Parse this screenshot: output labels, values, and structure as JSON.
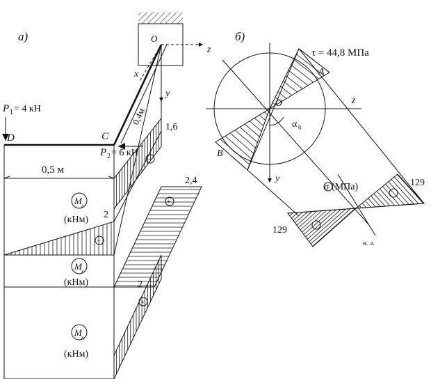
{
  "labels": {
    "part_a": "а)",
    "part_b": "б)",
    "origin_a": "O",
    "origin_b": "O",
    "axis_z_a": "z",
    "axis_z_b": "z",
    "axis_x": "x",
    "axis_y_a": "y",
    "axis_y_b": "y",
    "point_d": "D",
    "point_c": "C",
    "point_a": "A",
    "point_b": "B",
    "load_p1_sym": "P",
    "load_p1_sub": "1",
    "load_p1_val": "= 4 кН",
    "load_p2_sym": "P",
    "load_p2_sub": "2",
    "load_p2_val": "= 6 кН",
    "len_dc": "0,5 м",
    "len_oc": "0,4м",
    "val_1_6": "1,6",
    "val_2_4": "2,4",
    "val_2_mz": "2",
    "val_2_mk": "2",
    "mz_sym": "M",
    "mz_sub": "z",
    "mz_unit": "(кНм)",
    "mx_sym": "M",
    "mx_sub": "x",
    "mx_unit": "(кНм)",
    "mk_sym": "M",
    "mk_sub": "к",
    "mk_unit": "(кНм)",
    "tau": "τ = 44,8 МПа",
    "alpha_sym": "α",
    "alpha_sub": "0",
    "sigma_label": "σ (МПа)",
    "val_129_right": "129",
    "val_129_left": "129",
    "neutral_line": "н. л.",
    "sign_minus": "−",
    "sign_plus": "+"
  }
}
